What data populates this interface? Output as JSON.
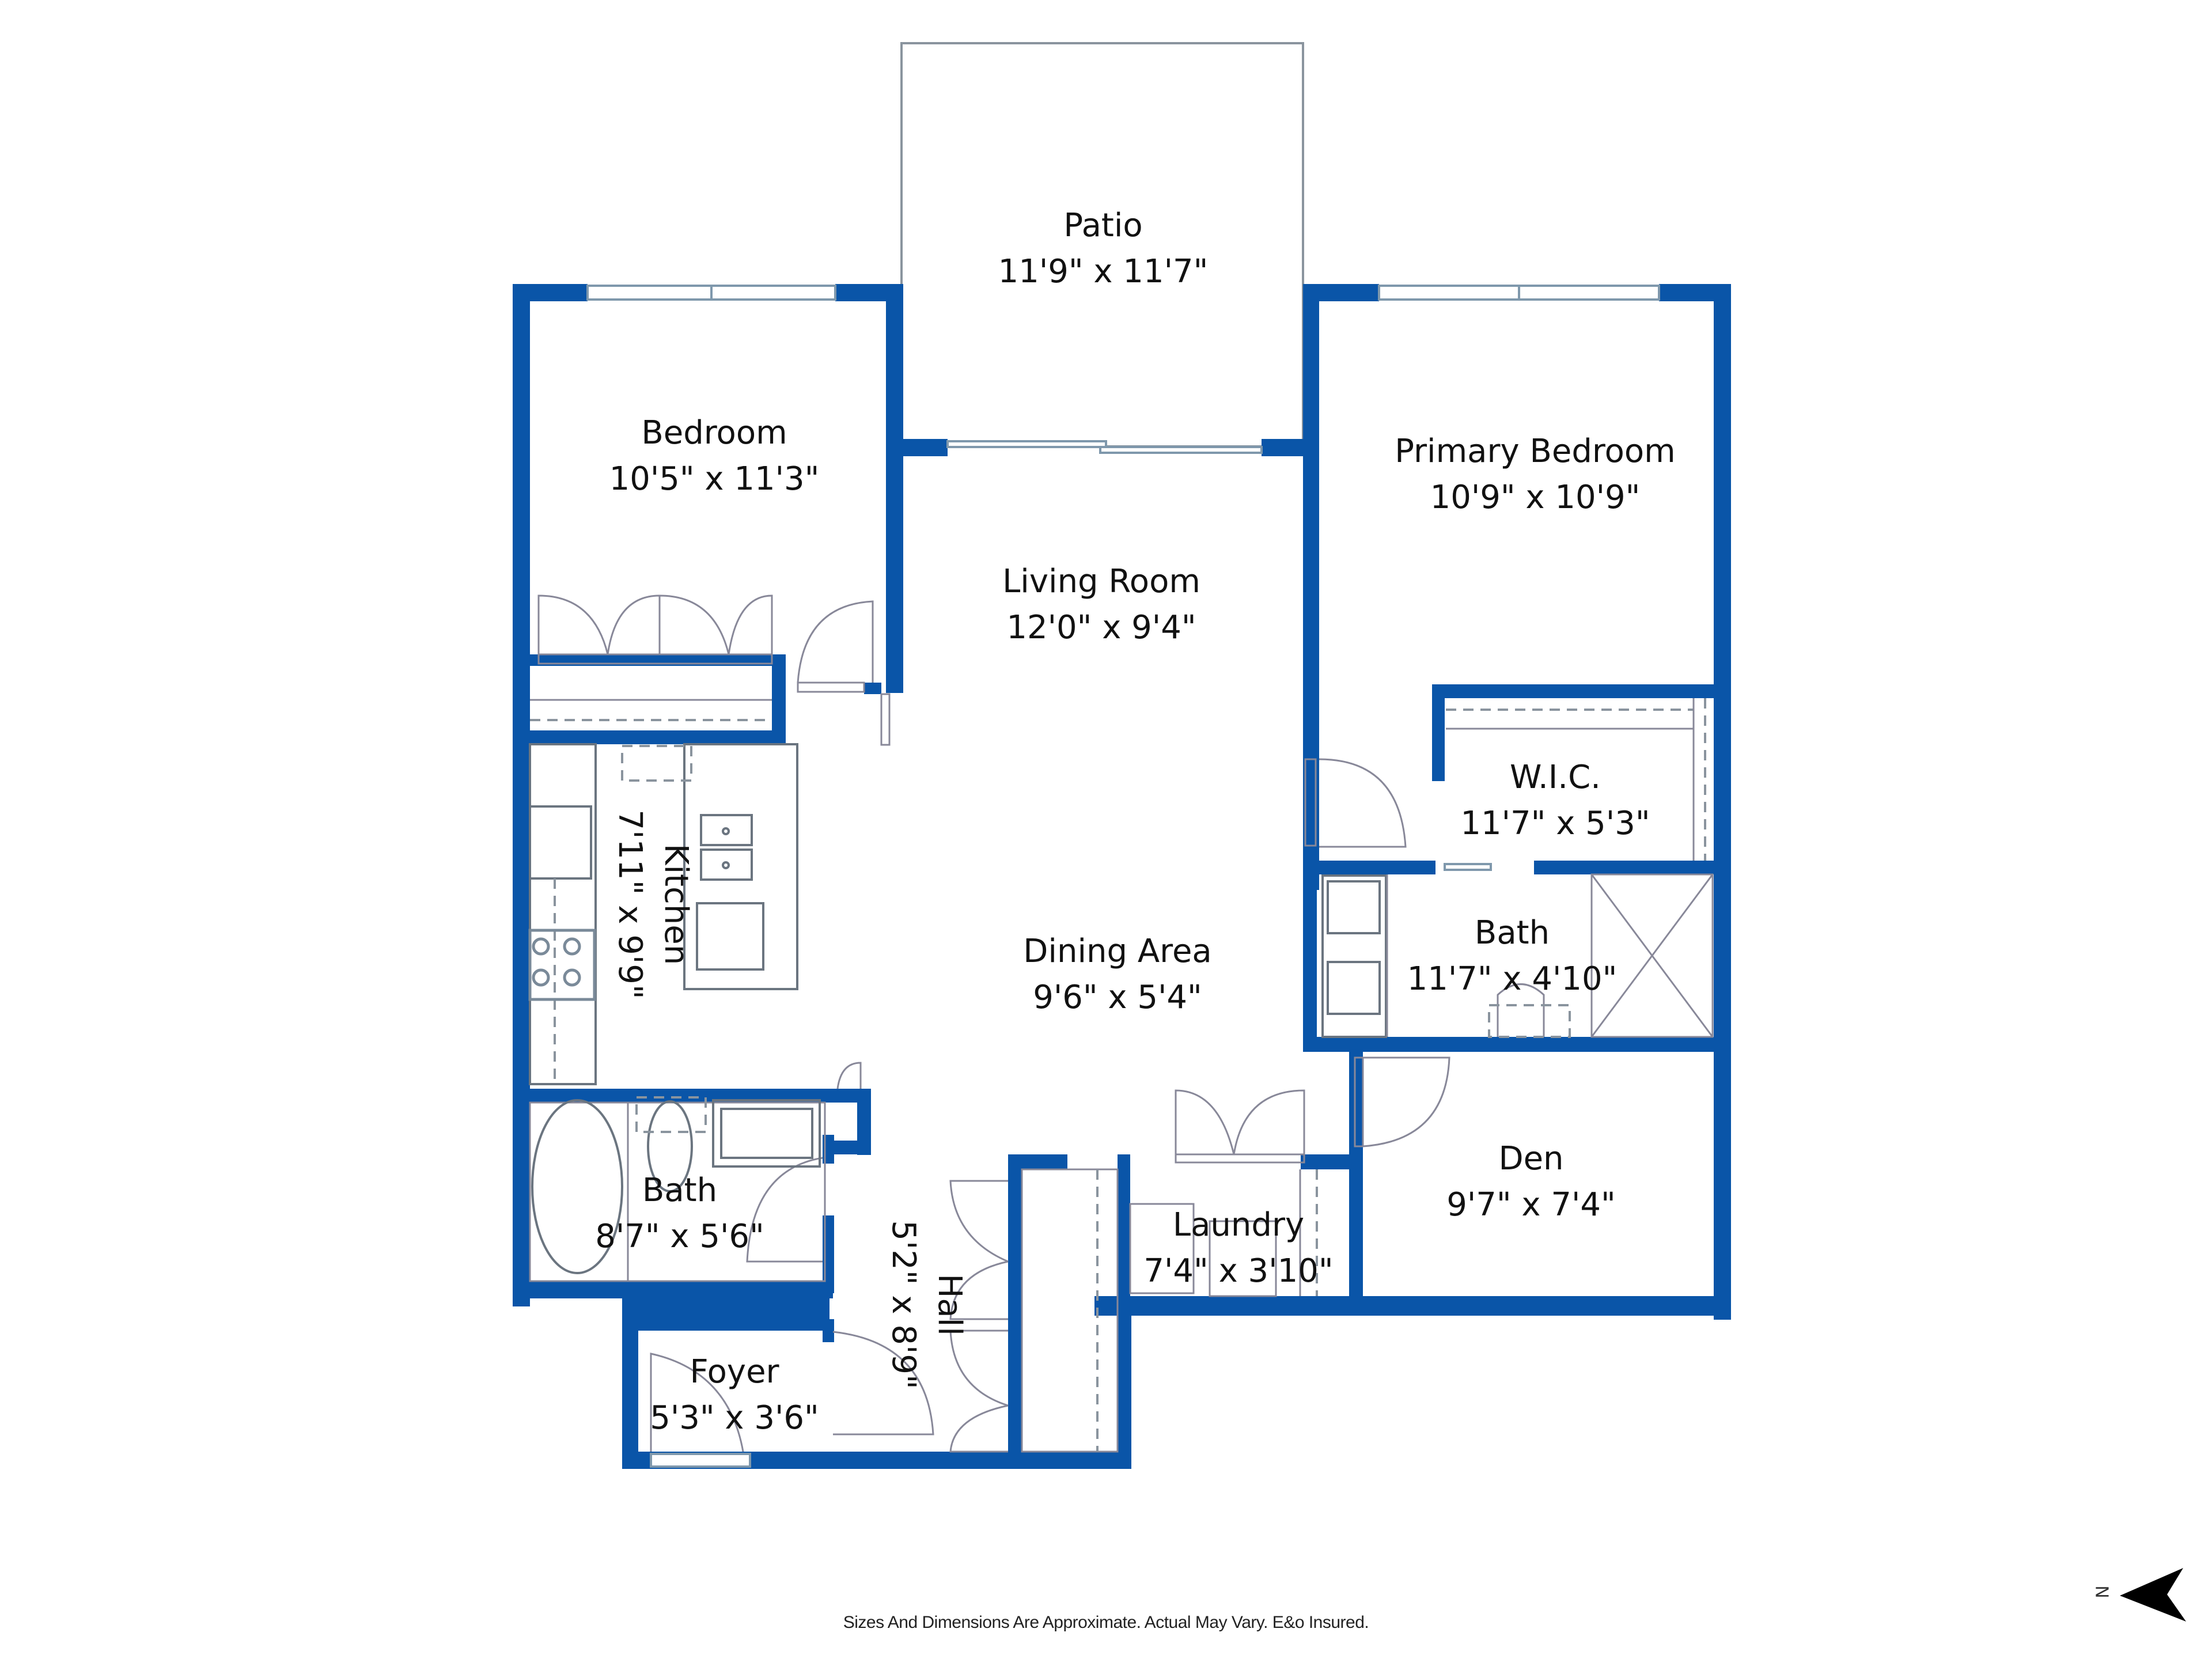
{
  "floorplan": {
    "wall_color": "#0a55a8",
    "rooms": [
      {
        "name": "Patio",
        "dims": "11'9\" x 11'7\""
      },
      {
        "name": "Bedroom",
        "dims": "10'5\" x 11'3\""
      },
      {
        "name": "Primary Bedroom",
        "dims": "10'9\" x 10'9\""
      },
      {
        "name": "Living Room",
        "dims": "12'0\" x 9'4\""
      },
      {
        "name": "W.I.C.",
        "dims": "11'7\" x 5'3\""
      },
      {
        "name": "Kitchen",
        "dims": "7'11\" x 9'9\""
      },
      {
        "name": "Dining Area",
        "dims": "9'6\" x 5'4\""
      },
      {
        "name": "Bath",
        "dims": "11'7\" x 4'10\""
      },
      {
        "name": "Den",
        "dims": "9'7\" x 7'4\""
      },
      {
        "name": "Bath",
        "dims": "8'7\" x 5'6\""
      },
      {
        "name": "Hall",
        "dims": "5'2\" x 8'9\""
      },
      {
        "name": "Laundry",
        "dims": "7'4\" x 3'10\""
      },
      {
        "name": "Foyer",
        "dims": "5'3\" x 3'6\""
      }
    ]
  },
  "footer": {
    "disclaimer": "Sizes And Dimensions Are Approximate. Actual May Vary. E&o Insured."
  },
  "compass": {
    "label": "N",
    "icon": "north-arrow-icon"
  }
}
